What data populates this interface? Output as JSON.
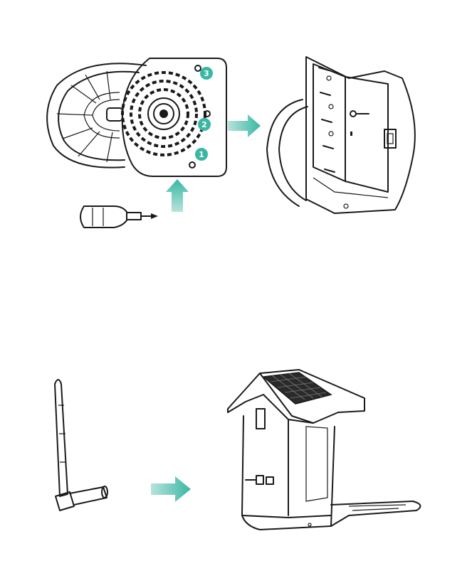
{
  "colors": {
    "accent": "#39b7a3",
    "accent_light": "#b7e3dc",
    "line": "#1a1a1a"
  },
  "steps": {
    "top": {
      "badges": [
        "3",
        "2",
        "1"
      ]
    }
  },
  "icons": [
    "screwdriver-icon",
    "arrow-right-icon",
    "arrow-up-icon",
    "antenna-icon",
    "solar-panel-icon"
  ]
}
